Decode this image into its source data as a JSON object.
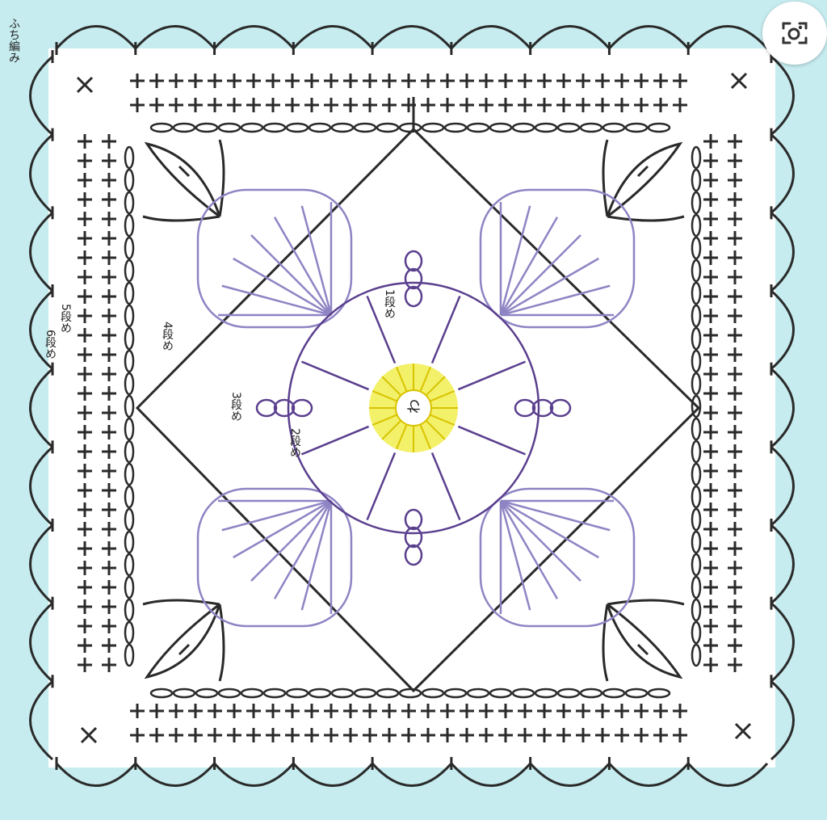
{
  "labels": {
    "edging": "ふち編み",
    "row1": "1段め",
    "row2": "2段め",
    "row3": "3段め",
    "row4": "4段め",
    "row5": "5段め",
    "row6": "6段め",
    "ring": "わ"
  },
  "lens_button": {
    "icon": "image-search-lens-icon"
  },
  "colors": {
    "outer_band": "#c6ecef",
    "paper": "#ffffff",
    "stitch_dark": "#2a2a2a",
    "stitch_purple_light": "#8e84c4",
    "stitch_purple_dark": "#5a3f8e",
    "center_ring": "#f3f06a",
    "center_stitches": "#d8c400"
  }
}
